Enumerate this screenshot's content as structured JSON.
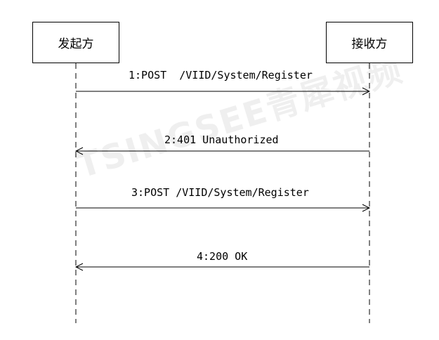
{
  "participants": {
    "left": "发起方",
    "right": "接收方"
  },
  "messages": [
    {
      "label": "1:POST  /VIID/System/Register",
      "direction": "right"
    },
    {
      "label": "2:401 Unauthorized",
      "direction": "left"
    },
    {
      "label": "3:POST /VIID/System/Register",
      "direction": "right"
    },
    {
      "label": "4:200 OK",
      "direction": "left"
    }
  ],
  "watermark": "TSINGSEE青犀视频",
  "colors": {
    "line": "#000000",
    "background": "#ffffff"
  }
}
